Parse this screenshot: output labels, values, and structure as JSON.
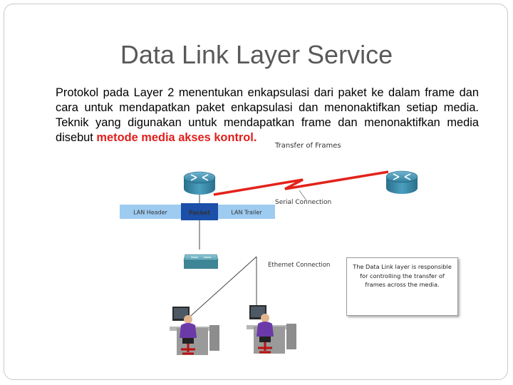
{
  "slide": {
    "title": "Data Link Layer Service",
    "paragraph_main": "Protokol pada Layer 2 menentukan enkapsulasi dari paket ke dalam frame dan cara untuk mendapatkan paket enkapsulasi dan menonaktifkan setiap media. Teknik yang digunakan untuk mendapatkan frame dan menonaktifkan media disebut ",
    "paragraph_highlight": "metode media akses kontrol."
  },
  "diagram": {
    "caption_transfer": "Transfer of Frames",
    "caption_serial": "Serial Connection",
    "caption_ethernet": "Ethernet Connection",
    "frame": {
      "header": "LAN Header",
      "packet": "Packet",
      "trailer": "LAN Trailer"
    },
    "note": "The Data Link layer is responsible for controlling the transfer of frames across the media.",
    "colors": {
      "frame_light": "#9ecbf0",
      "frame_dark": "#1b4fa8",
      "router": "#2e7f9e",
      "serial_link": "#e3221b",
      "switch": "#4b94a6"
    },
    "icons": [
      "router-icon",
      "router-icon",
      "switch-icon",
      "workstation-icon",
      "workstation-icon"
    ]
  }
}
